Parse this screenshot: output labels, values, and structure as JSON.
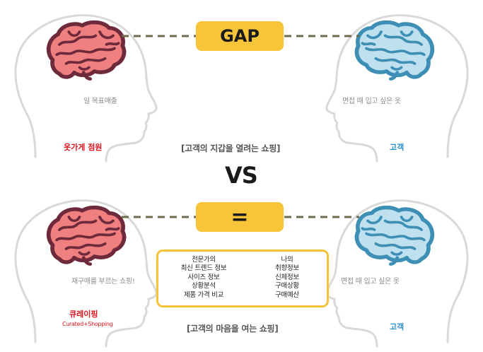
{
  "top": {
    "gap_label": "GAP",
    "left_thought": "일 목표매출",
    "left_person": "옷가게 점원",
    "right_thought": "면접 때 입고 싶은 옷",
    "right_person": "고객",
    "caption": "[고객의 지갑을 열려는 쇼핑]"
  },
  "vs_label": "VS",
  "bottom": {
    "equal_label": "=",
    "left_thought": "재구매를 부르는 쇼핑!",
    "left_person": "큐레이핑",
    "left_person_sub": "Curated+Shopping",
    "right_thought": "면접 때 입고 싶은 옷",
    "right_person": "고객",
    "caption": "[고객의 마음을 여는 쇼핑]",
    "expert_items": [
      "전문가의",
      "최신 트렌드 정보",
      "사이즈 정보",
      "상황분석",
      "제품 가격 비교"
    ],
    "customer_items": [
      "나의",
      "취향정보",
      "신체정보",
      "구매상황",
      "구매예산"
    ]
  },
  "colors": {
    "red_brain": "#f07f7f",
    "red_brain_outline": "#6e2a3a",
    "blue_brain": "#bfe0ee",
    "blue_brain_outline": "#3e8fb5",
    "accent_yellow": "#f7c43a",
    "dash_line": "#6e6a4e",
    "head_outline": "#d9d9d9",
    "red_text": "#e0141e",
    "blue_text": "#2a8ed6"
  },
  "icons": [
    "head-left-icon",
    "head-right-icon",
    "brain-red-icon",
    "brain-blue-icon"
  ]
}
